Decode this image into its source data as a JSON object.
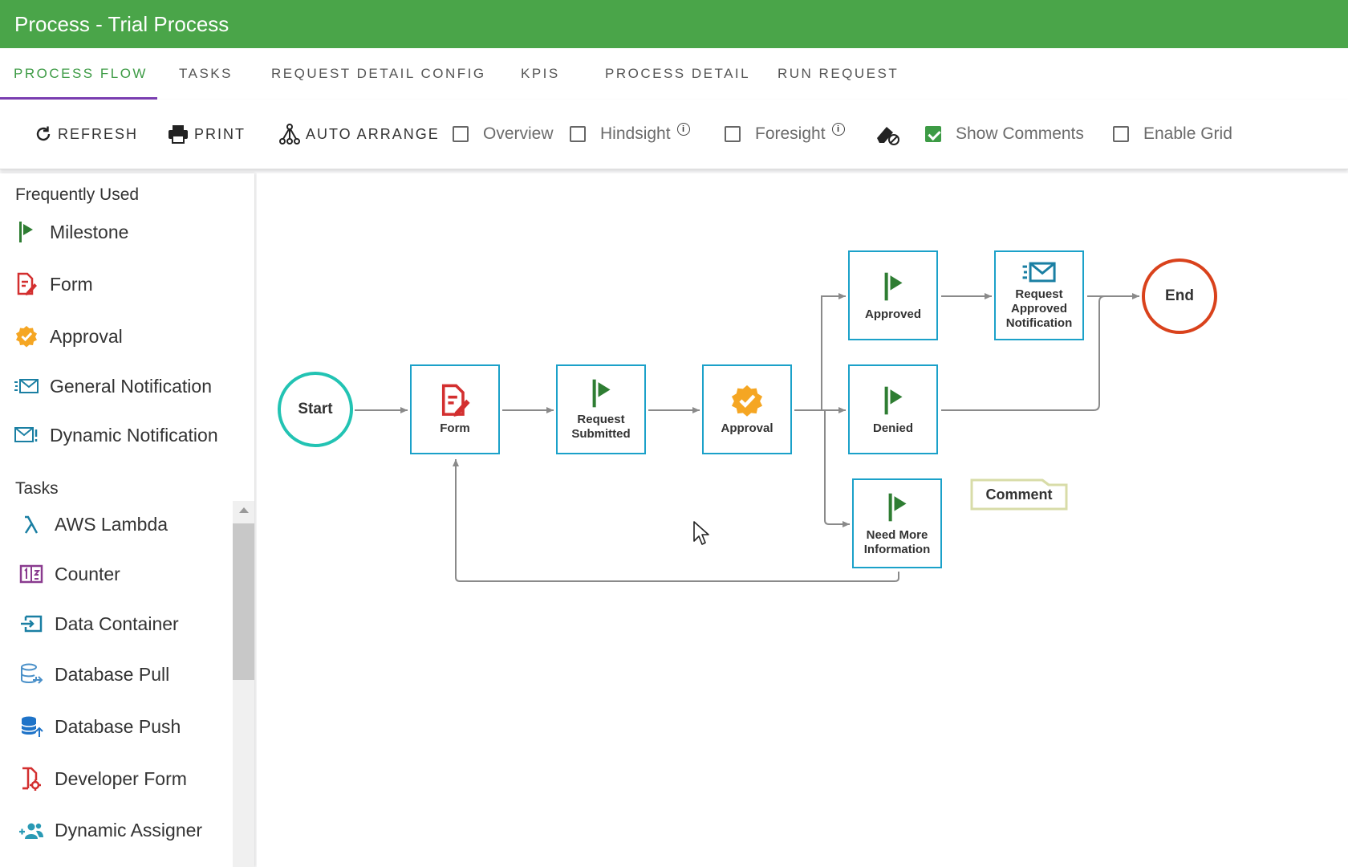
{
  "header": {
    "title": "Process - Trial Process"
  },
  "tabs": [
    {
      "label": "PROCESS FLOW",
      "active": true
    },
    {
      "label": "TASKS"
    },
    {
      "label": "REQUEST DETAIL CONFIG"
    },
    {
      "label": "KPIS"
    },
    {
      "label": "PROCESS DETAIL"
    },
    {
      "label": "RUN REQUEST"
    }
  ],
  "toolbar": {
    "refresh_label": "REFRESH",
    "print_label": "PRINT",
    "auto_arrange_label": "AUTO ARRANGE",
    "overview": {
      "label": "Overview",
      "checked": false
    },
    "hindsight": {
      "label": "Hindsight",
      "checked": false,
      "info": "i"
    },
    "foresight": {
      "label": "Foresight",
      "checked": false,
      "info": "i"
    },
    "show_comments": {
      "label": "Show Comments",
      "checked": true
    },
    "enable_grid": {
      "label": "Enable Grid",
      "checked": false
    }
  },
  "sidebar": {
    "frequently_used_title": "Frequently Used",
    "frequently_used": [
      {
        "label": "Milestone",
        "icon": "milestone-flag-icon"
      },
      {
        "label": "Form",
        "icon": "form-icon"
      },
      {
        "label": "Approval",
        "icon": "approval-badge-icon"
      },
      {
        "label": "General Notification",
        "icon": "general-notification-icon"
      },
      {
        "label": "Dynamic Notification",
        "icon": "dynamic-notification-icon"
      }
    ],
    "tasks_title": "Tasks",
    "tasks": [
      {
        "label": "AWS Lambda",
        "icon": "lambda-icon"
      },
      {
        "label": "Counter",
        "icon": "counter-icon"
      },
      {
        "label": "Data Container",
        "icon": "data-container-icon"
      },
      {
        "label": "Database Pull",
        "icon": "database-pull-icon"
      },
      {
        "label": "Database Push",
        "icon": "database-push-icon"
      },
      {
        "label": "Developer Form",
        "icon": "developer-form-icon"
      },
      {
        "label": "Dynamic Assigner",
        "icon": "dynamic-assigner-icon"
      }
    ]
  },
  "flow": {
    "start": "Start",
    "end": "End",
    "nodes": {
      "form": "Form",
      "request_submitted_1": "Request",
      "request_submitted_2": "Submitted",
      "approval": "Approval",
      "approved": "Approved",
      "denied": "Denied",
      "notify_1": "Request",
      "notify_2": "Approved",
      "notify_3": "Notification",
      "need_more_1": "Need More",
      "need_more_2": "Information"
    },
    "comment": "Comment"
  },
  "colors": {
    "header_green": "#4aa549",
    "active_tab": "#3d9b45",
    "tab_underline": "#7b3fb1",
    "node_border": "#1ba1c9",
    "start_border": "#22c3b3",
    "end_border": "#d9421c",
    "milestone_green": "#2e7d32",
    "form_red": "#d32f2f",
    "approval_orange": "#f5a623"
  }
}
